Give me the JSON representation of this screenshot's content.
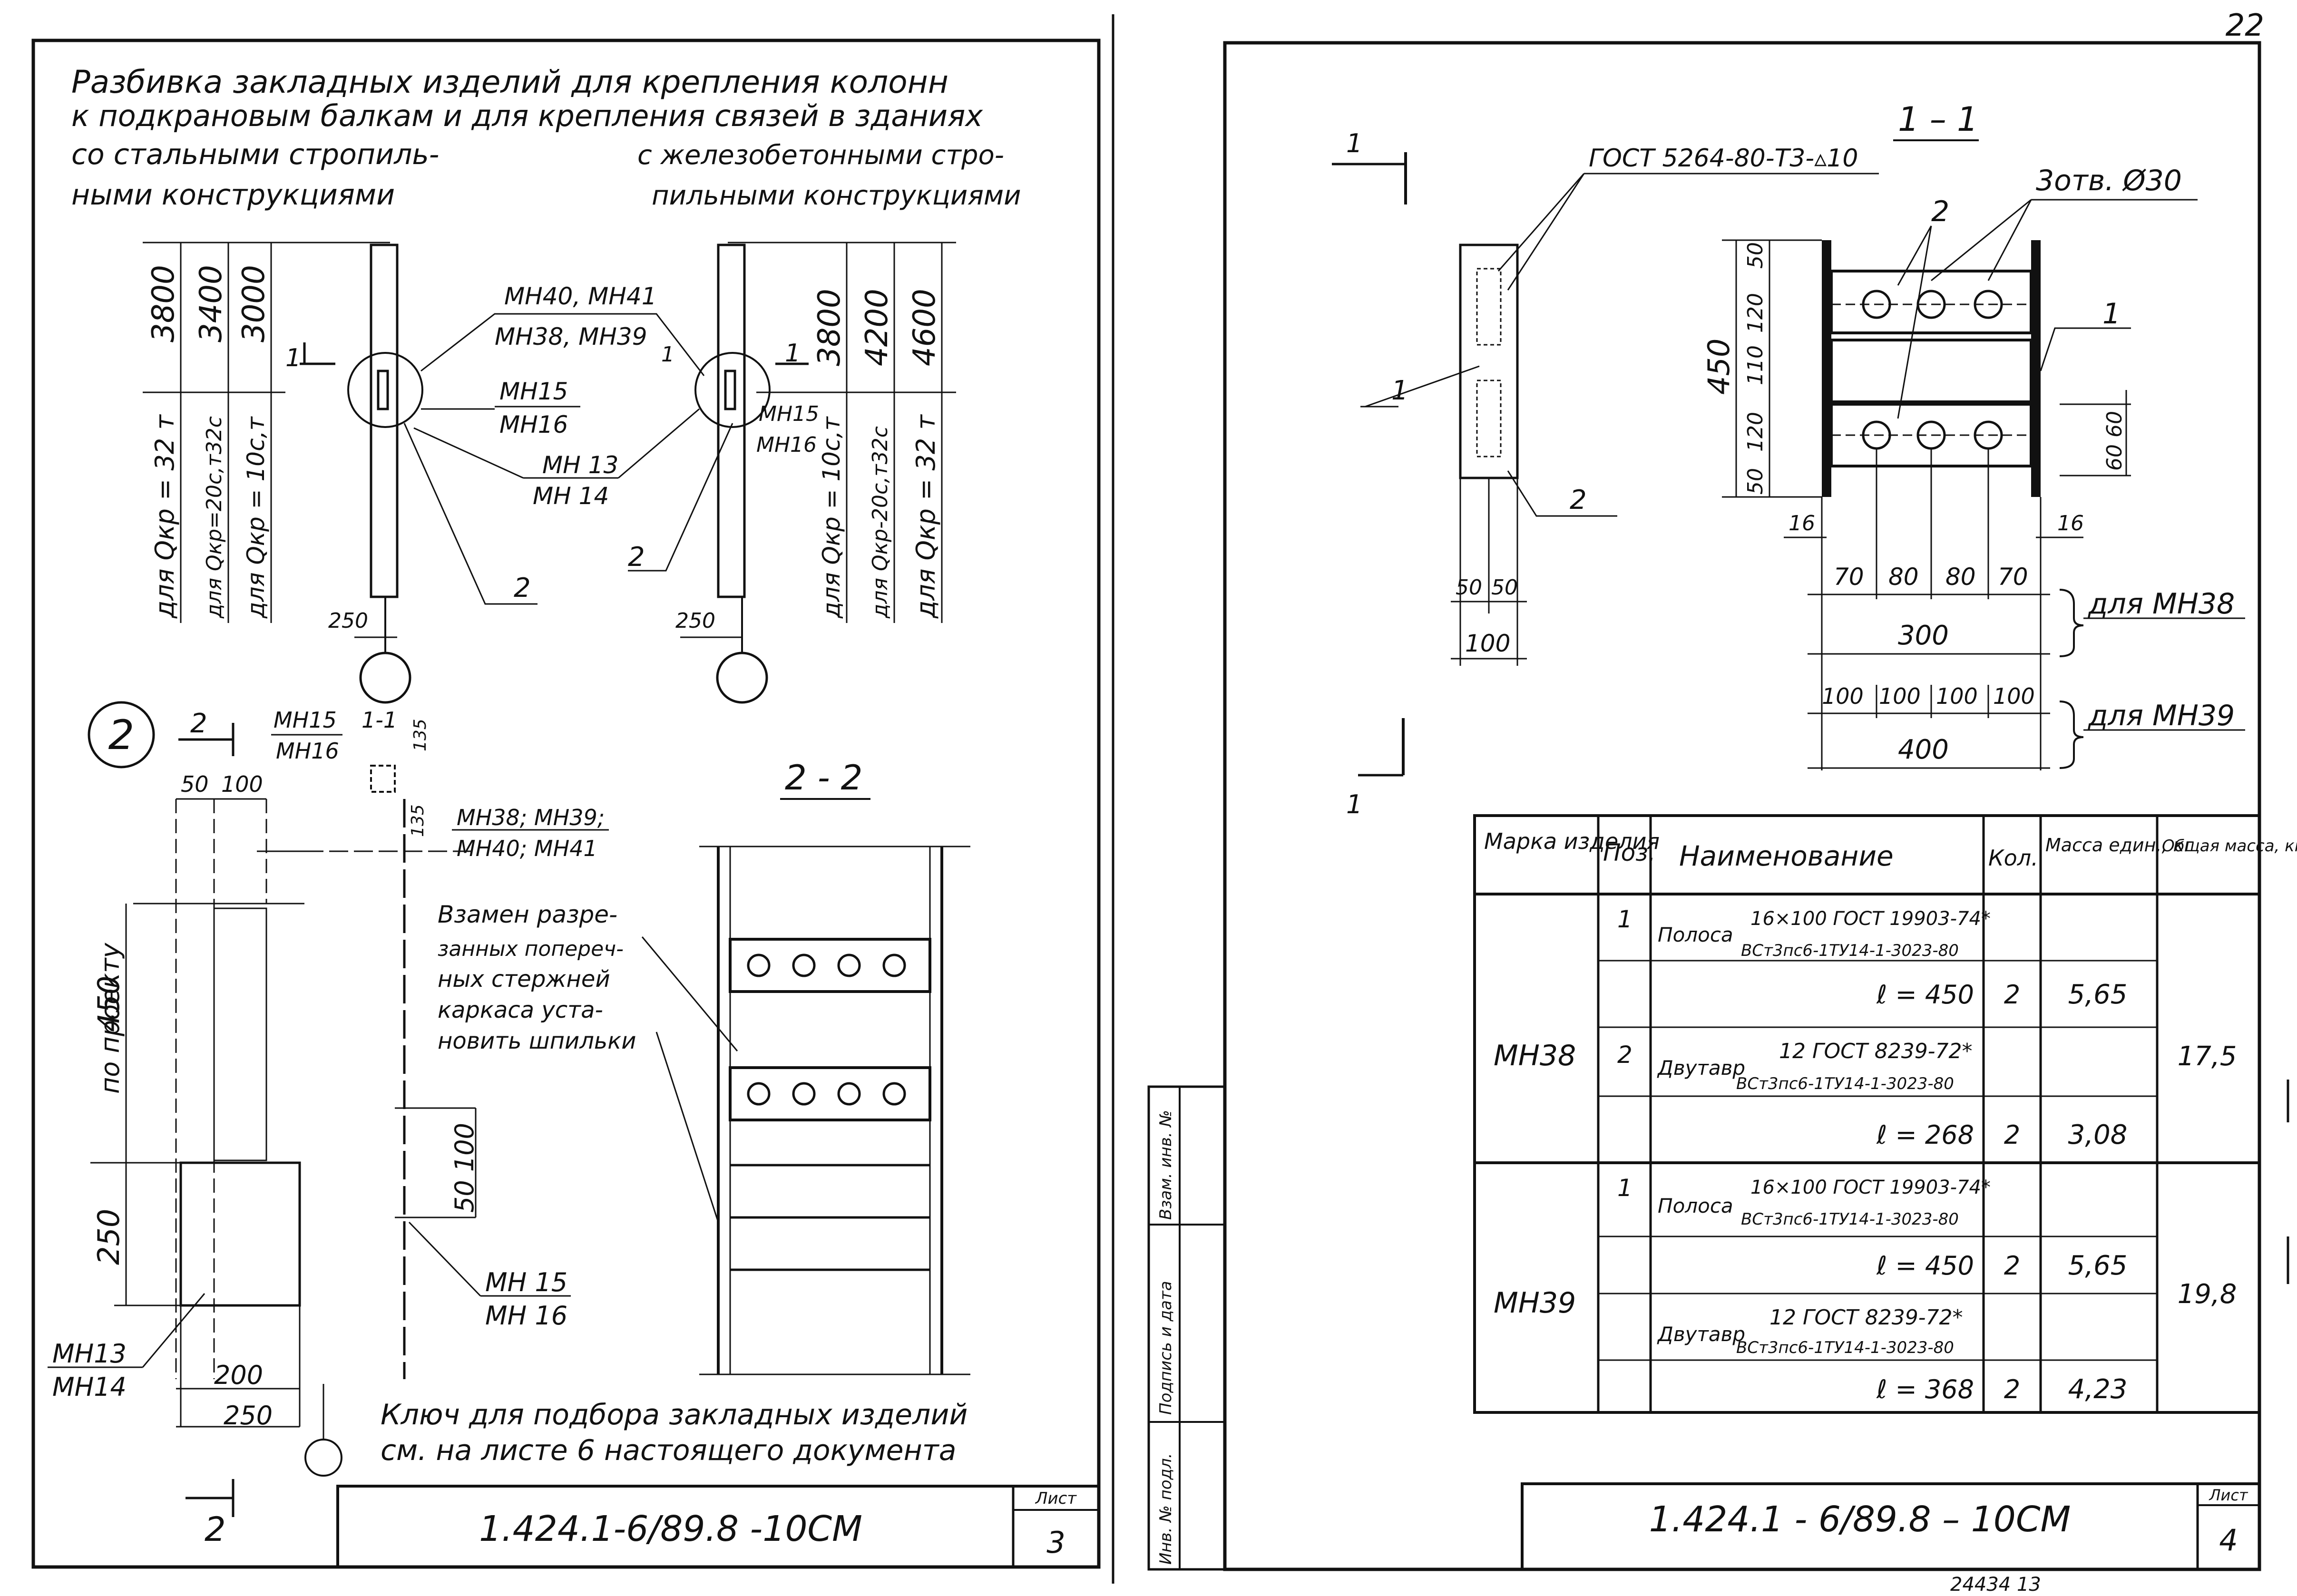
{
  "page_number": "22",
  "left_sheet": {
    "title_line1": "Разбивка закладных изделий для крепления колонн",
    "title_line2": "к подкрановым балкам и для крепления связей в зданиях",
    "left_heading_1": "со стальными стропиль-",
    "left_heading_2": "ными конструкциями",
    "right_heading_1": "с железобетонными стро-",
    "right_heading_2": "пильными конструкциями",
    "dims_left": [
      "3800",
      "3400",
      "3000"
    ],
    "load_left": [
      "для Qкр = 32 т",
      "для Qкр=20с,т32с",
      "для Qкр = 10с,т"
    ],
    "dims_right": [
      "3800",
      "4200",
      "4600"
    ],
    "load_right": [
      "для Qкр = 10с,т",
      "для Qкр-20с,т32с",
      "для Qкр = 32 т"
    ],
    "mark_mn40_41": "МН40, МН41",
    "mark_mn38_39": "МН38, МН39",
    "mark_mn15": "МН15",
    "mark_mn16": "МН16",
    "mark_mn13": "МН 13",
    "mark_mn14": "МН 14",
    "mark_mn15_small": "МН15",
    "mark_mn16_small": "МН16",
    "leader_2": "2",
    "dim_250": "250",
    "cut_1": "1",
    "node_2": "2",
    "section_2_label": "2",
    "section_1_1": "1-1",
    "mn15_top": "МН15",
    "mn16_top": "МН16",
    "dim_135": "135",
    "dim_50": "50",
    "dim_100": "100",
    "mn38_mn39_label": "МН38; МН39;",
    "mn40_mn41_label": "МН40; МН41",
    "po_proektu": "по проекту",
    "dim_450": "450",
    "dim_250b": "250",
    "dim_50_100": "50 100",
    "replace_note": [
      "Взамен разре-",
      "занных попереч-",
      "ных стержней",
      "каркаса уста-",
      "новить шпильки"
    ],
    "mn15_bottom": "МН 15",
    "mn16_bottom": "МН 16",
    "mn13_bottom": "МН13",
    "mn14_bottom": "МН14",
    "dim_200": "200",
    "dim_250c": "250",
    "section_2_2": "2 - 2",
    "key_note_1": "Ключ для подбора закладных изделий",
    "key_note_2": "см. на листе 6 настоящего документа",
    "bottom_cut": "2",
    "stamp_code": "1.424.1-6/89.8 -10СМ",
    "sheet_label": "Лист",
    "sheet_number": "3"
  },
  "right_sheet": {
    "cut_mark": "1",
    "gost_label": "ГОСТ 5264-80-Т3-▵10",
    "section_title": "1 – 1",
    "holes_label": "3отв. Ø30",
    "pos_1": "1",
    "pos_2": "2",
    "dim_450": "450",
    "vert_dims": [
      "50",
      "120",
      "110",
      "120",
      "50"
    ],
    "dim_60_60": "60 60",
    "dim_16": "16",
    "plate_dims": [
      "50",
      "50"
    ],
    "plate_width": "100",
    "horiz_dims_mn38": [
      "70",
      "80",
      "80",
      "70"
    ],
    "total_mn38": "300",
    "for_mn38": "для МН38",
    "horiz_dims_mn39": [
      "100",
      "100",
      "100",
      "100"
    ],
    "total_mn39": "400",
    "for_mn39": "для МН39",
    "table": {
      "headers": [
        "Марка изделия",
        "Поз.",
        "Наименование",
        "Кол.",
        "Масса един., кг",
        "Общая масса, кг"
      ],
      "rows": [
        {
          "mark": "МН38",
          "pos": "1",
          "name": "Полоса",
          "name_top": "16×100 ГОСТ 19903-74*",
          "name_bottom": "ВСт3пс6-1ТУ14-1-3023-80",
          "length": "ℓ = 450",
          "qty": "2",
          "mass": "5,65",
          "total": "17,5"
        },
        {
          "mark": "",
          "pos": "2",
          "name": "Двутавр",
          "name_top": "12 ГОСТ 8239-72*",
          "name_bottom": "ВСт3пс6-1ТУ14-1-3023-80",
          "length": "ℓ = 268",
          "qty": "2",
          "mass": "3,08",
          "total": ""
        },
        {
          "mark": "МН39",
          "pos": "1",
          "name": "Полоса",
          "name_top": "16×100 ГОСТ 19903-74*",
          "name_bottom": "ВСт3пс6-1ТУ14-1-3023-80",
          "length": "ℓ = 450",
          "qty": "2",
          "mass": "5,65",
          "total": "19,8"
        },
        {
          "mark": "",
          "pos": "",
          "name": "Двутавр",
          "name_top": "12 ГОСТ 8239-72*",
          "name_bottom": "ВСт3пс6-1ТУ14-1-3023-80",
          "length": "ℓ = 368",
          "qty": "2",
          "mass": "4,23",
          "total": ""
        }
      ]
    },
    "side_stamp": [
      "Инв. № подл.",
      "Подпись и дата",
      "Взам. инв. №"
    ],
    "stamp_code": "1.424.1 - 6/89.8 – 10СМ",
    "sheet_label": "Лист",
    "sheet_number": "4",
    "footer_small": "24434 13"
  }
}
